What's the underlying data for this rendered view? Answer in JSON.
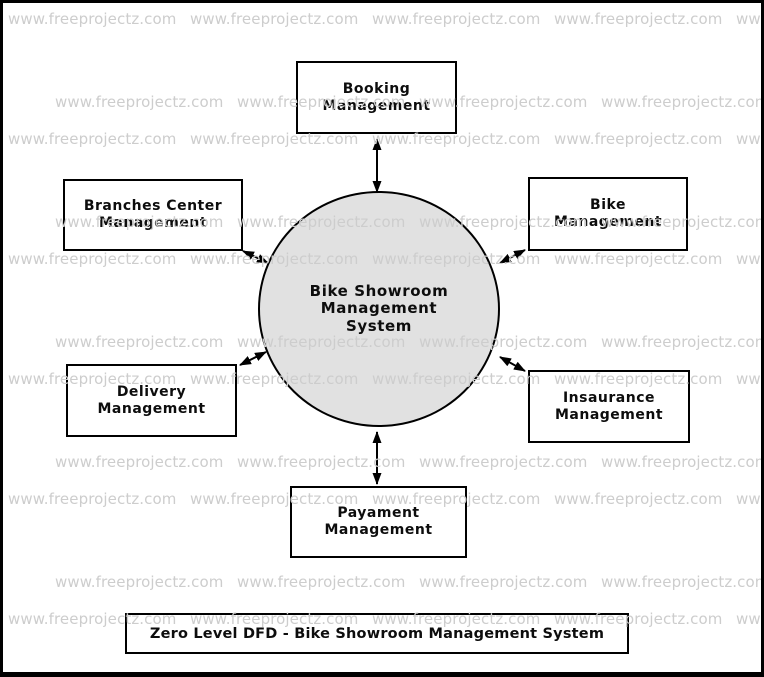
{
  "watermark": {
    "text": "www.freeprojectz.com",
    "color": "#cdcdcd"
  },
  "diagram": {
    "center": {
      "lines": [
        "Bike Showroom",
        "Management",
        "System"
      ],
      "fill": "#e1e1e1"
    },
    "nodes": [
      {
        "id": "booking",
        "lines": [
          "Booking",
          "Management"
        ]
      },
      {
        "id": "branches",
        "lines": [
          "Branches Center",
          "Management"
        ]
      },
      {
        "id": "bike",
        "lines": [
          "Bike",
          "Management"
        ]
      },
      {
        "id": "delivery",
        "lines": [
          "Delivery",
          "Management"
        ]
      },
      {
        "id": "insurance",
        "lines": [
          "Insaurance",
          "Management"
        ]
      },
      {
        "id": "payment",
        "lines": [
          "Payament",
          "Management"
        ]
      }
    ],
    "title": "Zero Level DFD - Bike Showroom Management System",
    "arrow_color": "#000000"
  }
}
